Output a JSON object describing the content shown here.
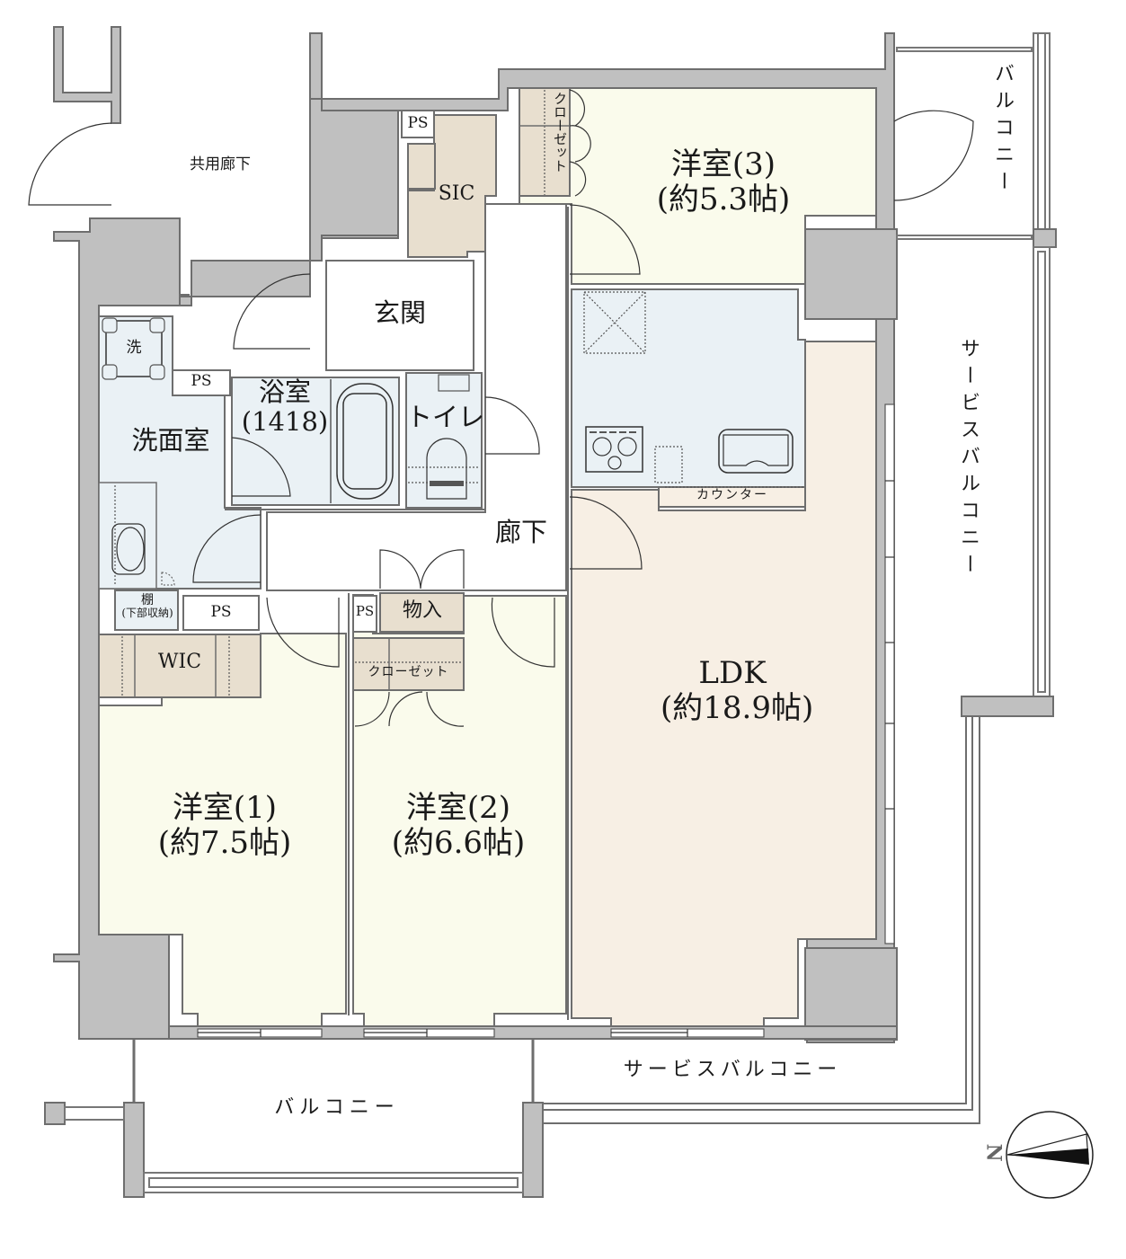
{
  "floorplan": {
    "colors": {
      "wall": "#c0c0c0",
      "wall_stroke": "#6e6e6e",
      "western_room": "#fafbec",
      "ldk": "#f7efe4",
      "wet_area": "#eaf1f5",
      "storage": "#e8dfcf"
    },
    "rooms": {
      "ldk": {
        "name": "LDK",
        "size": "(約18.9帖)"
      },
      "western1": {
        "name": "洋室(1)",
        "size": "(約7.5帖)"
      },
      "western2": {
        "name": "洋室(2)",
        "size": "(約6.6帖)"
      },
      "western3": {
        "name": "洋室(3)",
        "size": "(約5.3帖)"
      },
      "entrance": "玄関",
      "hallway": "廊下",
      "washroom": "洗面室",
      "bathroom": {
        "name": "浴室",
        "size": "(1418)"
      },
      "toilet": "トイレ",
      "wic": "WIC",
      "sic": "SIC",
      "storage": "物入",
      "closet_room2": "クローゼット",
      "closet_room3": "クローゼット",
      "shelf": {
        "name": "棚",
        "note": "(下部収納)"
      },
      "washer": "洗",
      "counter": "カウンター",
      "ps": [
        "PS",
        "PS",
        "PS",
        "PS"
      ]
    },
    "exterior": {
      "common_corridor": "共用廊下",
      "balcony_south": "バルコニー",
      "balcony_east": "バルコニー",
      "service_balcony_east": "サービスバルコニー",
      "service_balcony_south": "サービスバルコニー"
    },
    "compass": {
      "label": "N"
    }
  }
}
